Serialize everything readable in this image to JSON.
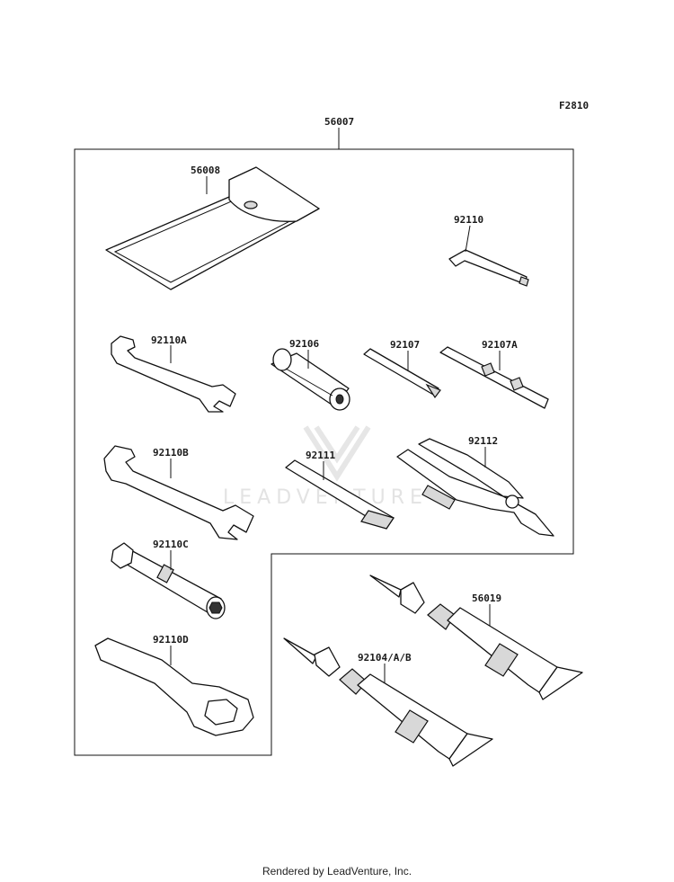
{
  "diagram_code": "F2810",
  "assembly_label": "56007",
  "parts": [
    {
      "id": "pouch",
      "label": "56008"
    },
    {
      "id": "hex-key",
      "label": "92110"
    },
    {
      "id": "wrench-small",
      "label": "92110A"
    },
    {
      "id": "handle",
      "label": "92106"
    },
    {
      "id": "screwdriver",
      "label": "92107"
    },
    {
      "id": "screwdriver-double",
      "label": "92107A"
    },
    {
      "id": "wrench-large",
      "label": "92110B"
    },
    {
      "id": "extension-bar",
      "label": "92111"
    },
    {
      "id": "pliers",
      "label": "92112"
    },
    {
      "id": "socket-wrench",
      "label": "92110C"
    },
    {
      "id": "ring-wrench",
      "label": "92110D"
    },
    {
      "id": "tube-large",
      "label": "56019"
    },
    {
      "id": "tube-small",
      "label": "92104/A/B"
    }
  ],
  "watermark": "LEADVENTURE",
  "footer": "Rendered by LeadVenture, Inc."
}
